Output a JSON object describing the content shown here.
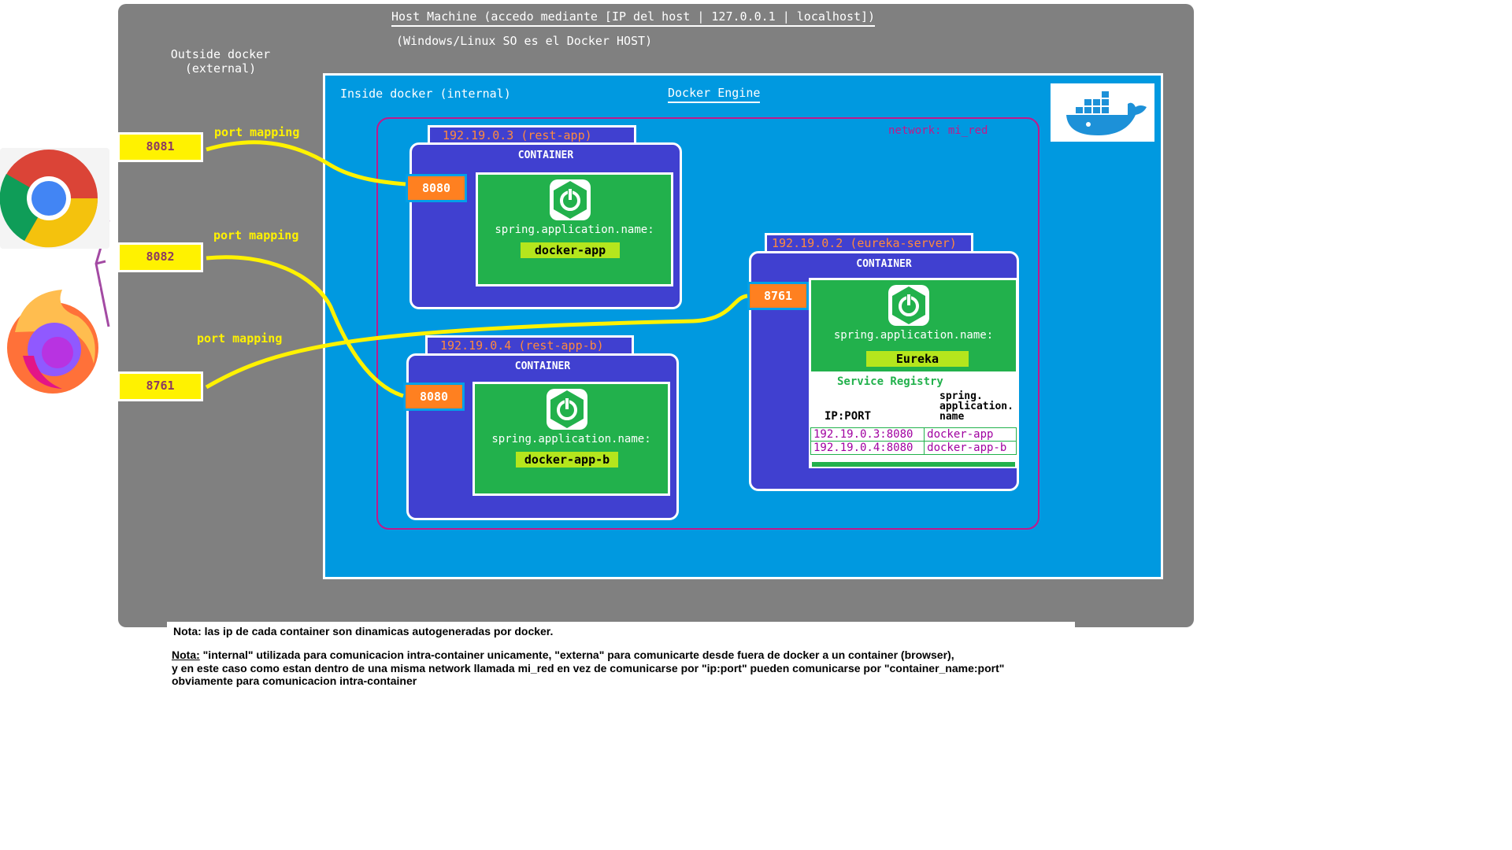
{
  "host": {
    "title": "Host Machine (accedo mediante [IP del host | 127.0.0.1 | localhost])",
    "subtitle": "(Windows/Linux SO es el Docker HOST)"
  },
  "outside": {
    "line1": "Outside docker",
    "line2": "(external)"
  },
  "inside": {
    "label": "Inside docker",
    "sub": "(internal)"
  },
  "engine": {
    "title": "Docker Engine",
    "logo_icon": "docker-whale-icon"
  },
  "network": {
    "label": "network: mi_red",
    "color": "#c2188a"
  },
  "external_ports": [
    {
      "port": "8081",
      "mapping": "port mapping"
    },
    {
      "port": "8082",
      "mapping": "port mapping"
    },
    {
      "port": "8761",
      "mapping": "port mapping"
    }
  ],
  "browsers": [
    {
      "name": "chrome",
      "icon": "chrome-icon"
    },
    {
      "name": "firefox",
      "icon": "firefox-icon"
    }
  ],
  "containers": {
    "rest_app": {
      "ip": "192.19.0.3",
      "name": "(rest-app)",
      "title": "CONTAINER",
      "port": "8080",
      "prop": "spring.application.name:",
      "app_name": "docker-app"
    },
    "rest_app_b": {
      "ip": "192.19.0.4",
      "name": "(rest-app-b)",
      "title": "CONTAINER",
      "port": "8080",
      "prop": "spring.application.name:",
      "app_name": "docker-app-b"
    },
    "eureka": {
      "ip": "192.19.0.2",
      "name": "(eureka-server)",
      "title": "CONTAINER",
      "port": "8761",
      "prop": "spring.application.name:",
      "app_name": "Eureka",
      "registry": {
        "title": "Service Registry",
        "col1": "IP:PORT",
        "col2_line1": "spring.",
        "col2_line2": "application.",
        "col2_line3": "name",
        "rows": [
          {
            "ipport": "192.19.0.3:8080",
            "name": "docker-app"
          },
          {
            "ipport": "192.19.0.4:8080",
            "name": "docker-app-b"
          }
        ]
      }
    }
  },
  "notes": {
    "note1": "Nota: las ip de cada container son dinamicas autogeneradas por docker.",
    "note2_label": "Nota:",
    "note2_line1": " \"internal\" utilizada para comunicacion intra-container unicamente, \"externa\" para comunicarte desde fuera de docker a un container (browser),",
    "note2_line2": "y en este caso como estan dentro de una misma network llamada mi_red en vez de comunicarse por \"ip:port\" pueden comunicarse por \"container_name:port\"",
    "note2_line3": " obviamente para comunicacion intra-container"
  },
  "colors": {
    "host_bg": "#808080",
    "engine_bg": "#0099e0",
    "container_bg": "#4040d0",
    "app_bg": "#22b14c",
    "port_bg": "#ff8020",
    "ext_port_bg": "#fff200",
    "connector": "#fff200"
  }
}
